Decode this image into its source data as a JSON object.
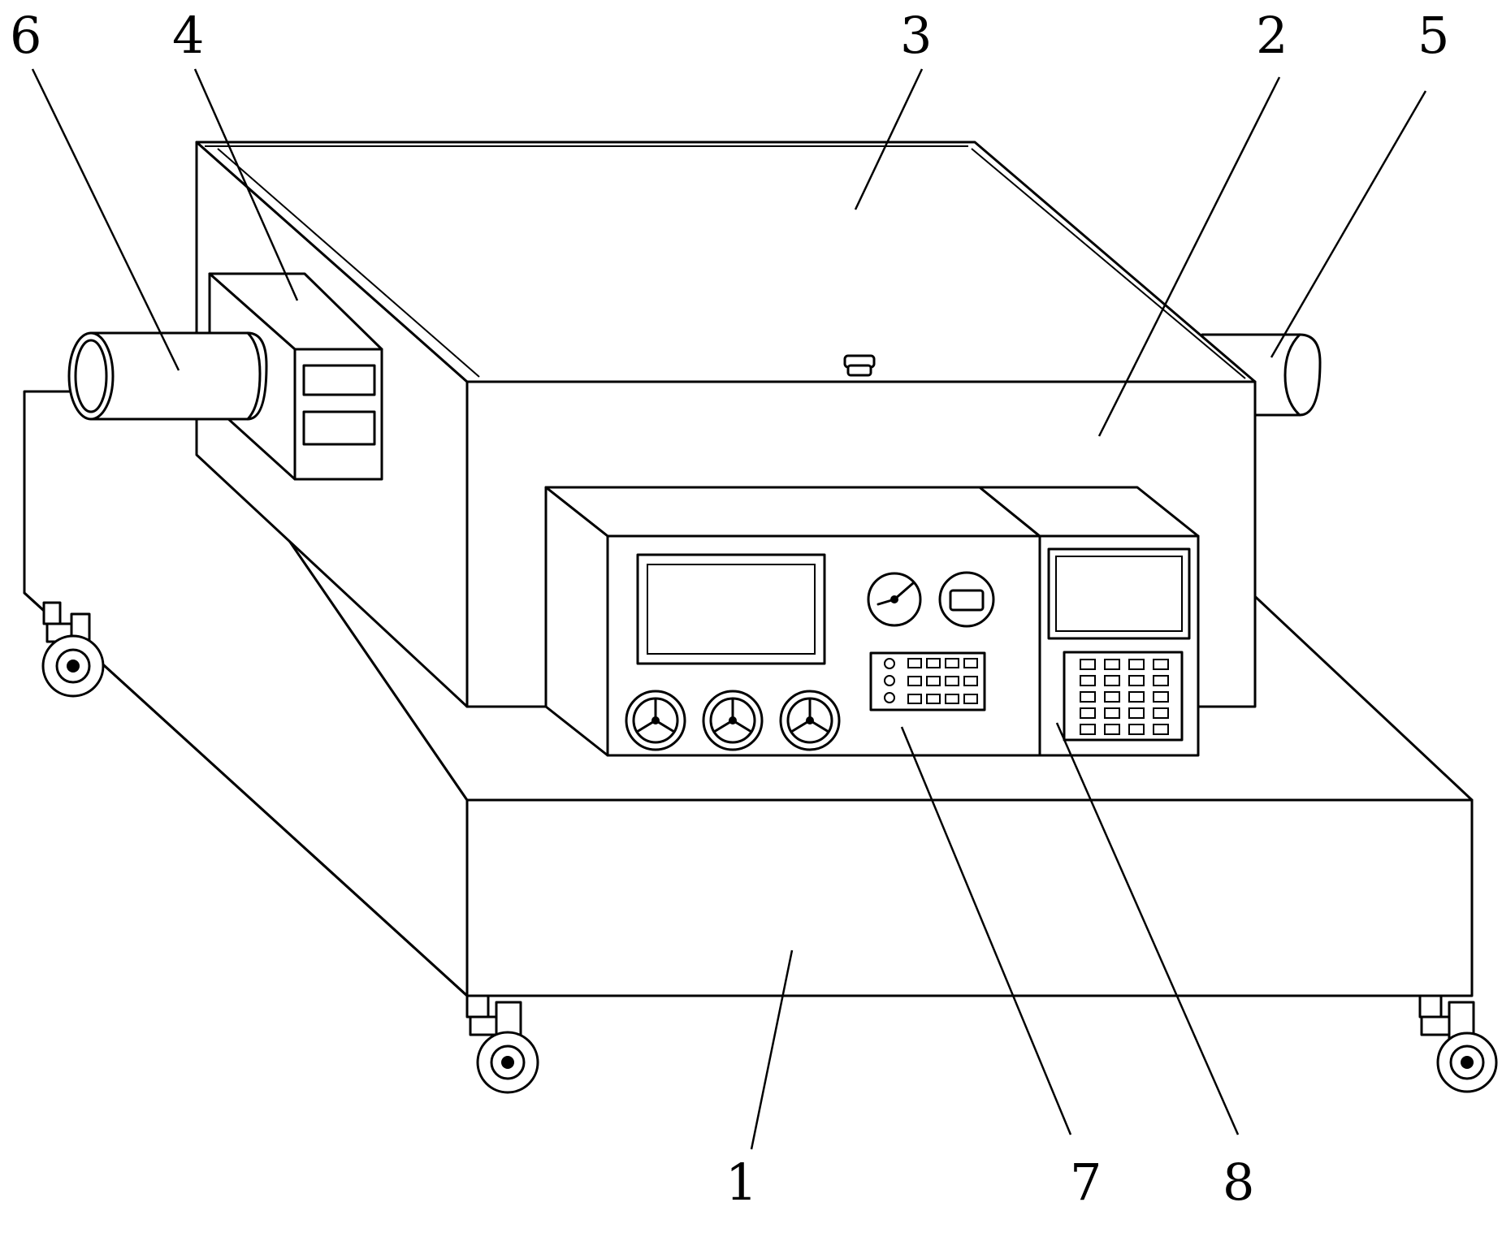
{
  "labels": {
    "l1": "1",
    "l2": "2",
    "l3": "3",
    "l4": "4",
    "l5": "5",
    "l6": "6",
    "l7": "7",
    "l8": "8"
  },
  "components": [
    {
      "number": "1",
      "icon": "base-cart"
    },
    {
      "number": "2",
      "icon": "main-housing"
    },
    {
      "number": "3",
      "icon": "top-cover"
    },
    {
      "number": "4",
      "icon": "side-box"
    },
    {
      "number": "5",
      "icon": "right-pipe"
    },
    {
      "number": "6",
      "icon": "left-pipe"
    },
    {
      "number": "7",
      "icon": "control-panel"
    },
    {
      "number": "8",
      "icon": "keypad-unit"
    }
  ],
  "colors": {
    "line": "#000000",
    "background": "#ffffff"
  }
}
